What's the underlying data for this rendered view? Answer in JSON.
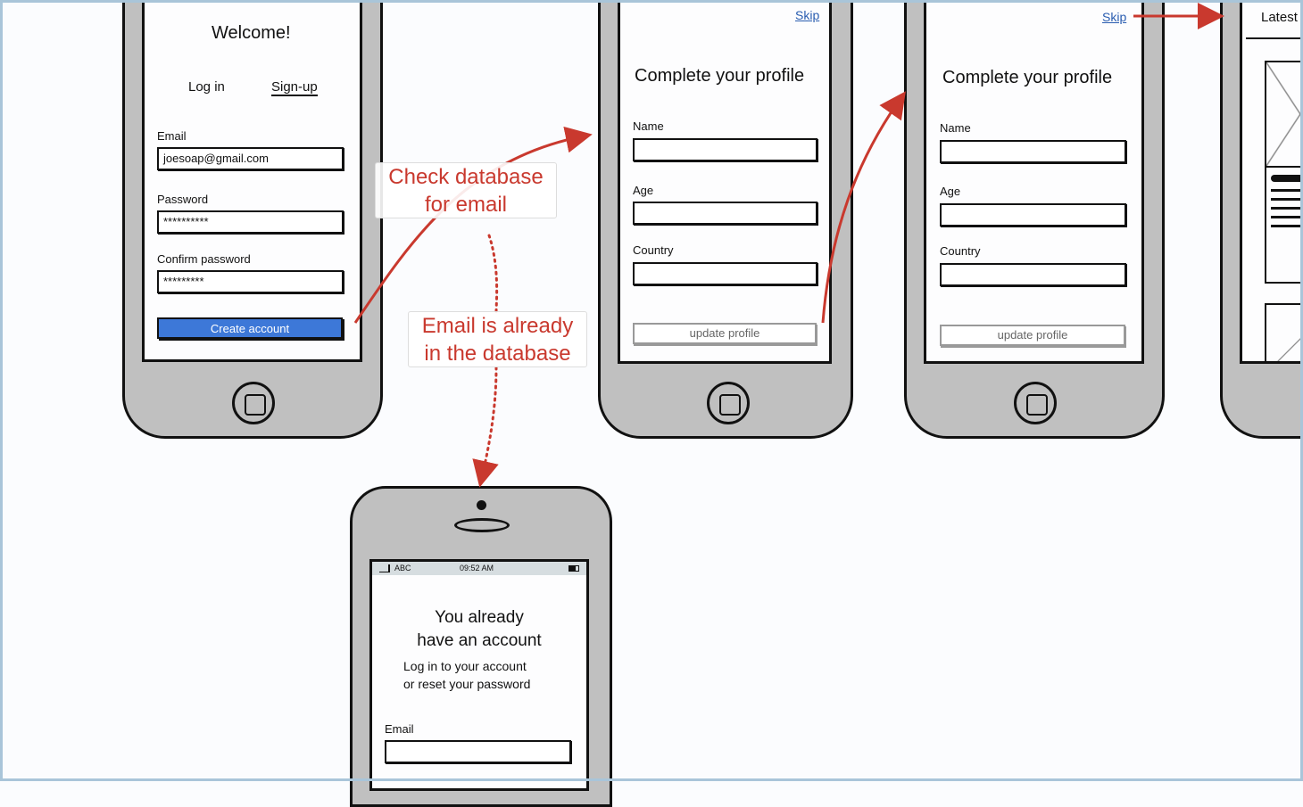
{
  "screen1": {
    "title": "Welcome!",
    "tab_login": "Log in",
    "tab_signup": "Sign-up",
    "email_label": "Email",
    "email_value": "joesoap@gmail.com",
    "password_label": "Password",
    "password_value": "**********",
    "confirm_label": "Confirm password",
    "confirm_value": "*********",
    "create_button": "Create account"
  },
  "screen2": {
    "skip": "Skip",
    "title": "Complete your profile",
    "name_label": "Name",
    "age_label": "Age",
    "country_label": "Country",
    "update_button": "update profile"
  },
  "screen3": {
    "skip": "Skip",
    "title": "Complete your profile",
    "name_label": "Name",
    "age_label": "Age",
    "country_label": "Country",
    "update_button": "update profile"
  },
  "screen4": {
    "title": "Latest"
  },
  "screen5": {
    "carrier": "ABC",
    "time": "09:52 AM",
    "title_line1": "You already",
    "title_line2": "have an account",
    "sub_line1": "Log in to your account",
    "sub_line2": "or reset your password",
    "email_label": "Email"
  },
  "notes": {
    "check_line1": "Check database",
    "check_line2": "for email",
    "exists_line1": "Email is already",
    "exists_line2": "in the database"
  },
  "colors": {
    "accent": "#3d78d8",
    "arrow": "#c9392e"
  }
}
